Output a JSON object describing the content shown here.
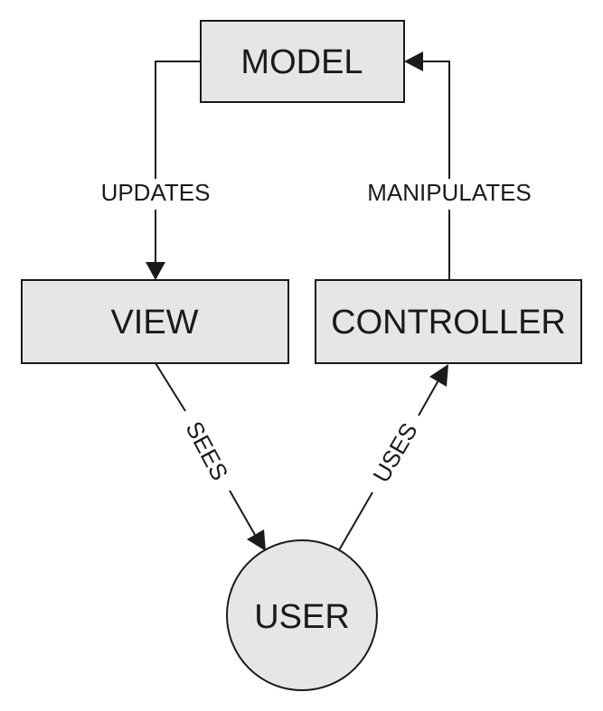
{
  "colors": {
    "node_fill": "#e6e6e6",
    "stroke": "#1a1a1a",
    "background": "#ffffff"
  },
  "nodes": {
    "model": "MODEL",
    "view": "VIEW",
    "controller": "CONTROLLER",
    "user": "USER"
  },
  "edges": {
    "updates": "UPDATES",
    "manipulates": "MANIPULATES",
    "sees": "SEES",
    "uses": "USES"
  }
}
